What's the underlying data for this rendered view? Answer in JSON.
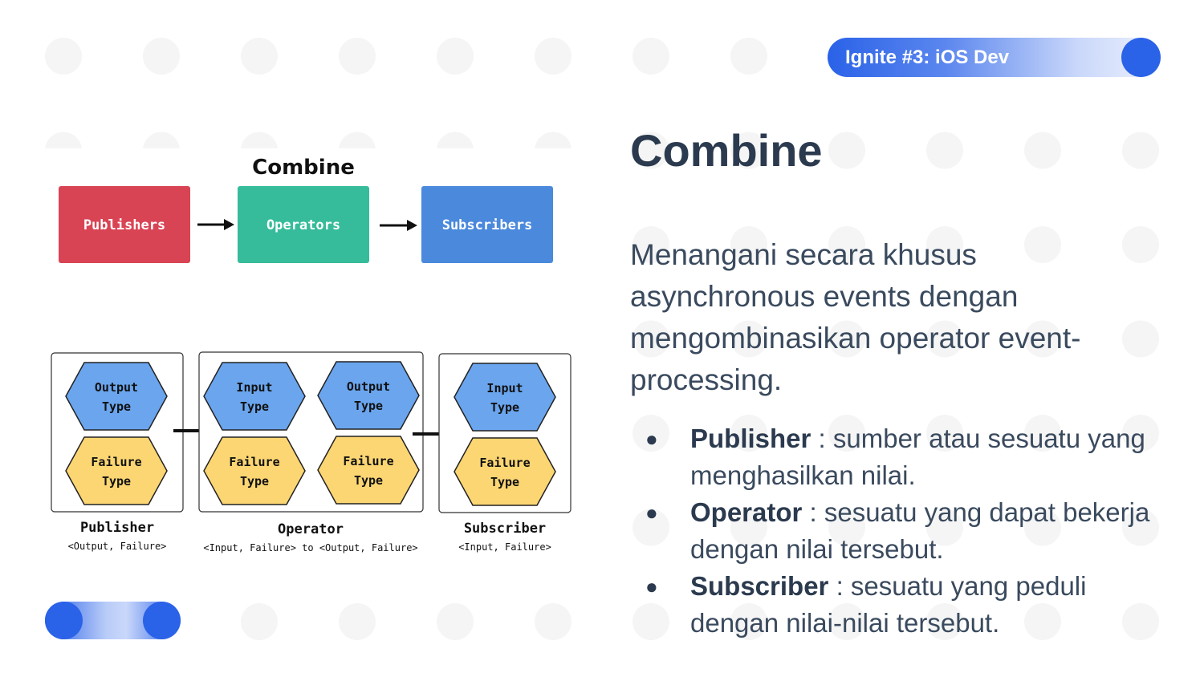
{
  "header": {
    "badge_label": "Ignite #3: iOS Dev"
  },
  "slide": {
    "title": "Combine",
    "description": "Menangani secara khusus asynchronous events dengan mengombinasikan operator event-processing.",
    "bullets": [
      {
        "term": "Publisher",
        "text": " : sumber atau sesuatu yang menghasilkan nilai."
      },
      {
        "term": "Operator",
        "text": " : sesuatu yang dapat bekerja dengan nilai tersebut."
      },
      {
        "term": "Subscriber",
        "text": " : sesuatu yang peduli dengan nilai-nilai tersebut."
      }
    ]
  },
  "diagram": {
    "title": "Combine",
    "flow": [
      "Publishers",
      "Operators",
      "Subscribers"
    ],
    "flow_colors": [
      "#d94455",
      "#36bc9b",
      "#4a89dc"
    ],
    "blue_hex": "#6aa5ee",
    "yellow_hex": "#fcd673",
    "publisher": {
      "name": "Publisher",
      "generic": "<Output, Failure>",
      "hex_top": "Output Type",
      "hex_bottom": "Failure Type"
    },
    "operator": {
      "name": "Operator",
      "generic": "<Input, Failure> to <Output, Failure>",
      "left_top": "Input Type",
      "left_bottom": "Failure Type",
      "right_top": "Output Type",
      "right_bottom": "Failure Type"
    },
    "subscriber": {
      "name": "Subscriber",
      "generic": "<Input, Failure>",
      "hex_top": "Input Type",
      "hex_bottom": "Failure Type"
    }
  }
}
